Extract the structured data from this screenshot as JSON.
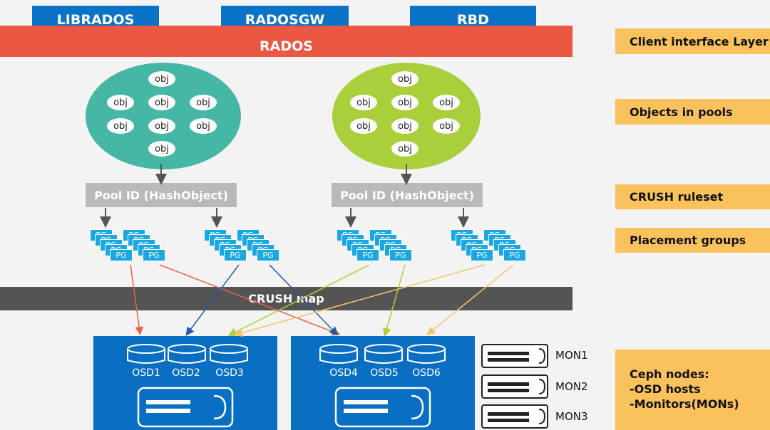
{
  "interfaces": {
    "librados": "LIBRADOS",
    "radosgw": "RADOSGW",
    "rbd": "RBD"
  },
  "rados": "RADOS",
  "pools": [
    {
      "objects": [
        "obj",
        "obj",
        "obj",
        "obj",
        "obj",
        "obj",
        "obj",
        "obj"
      ],
      "color": "#47b7a5"
    },
    {
      "objects": [
        "obj",
        "obj",
        "obj",
        "obj",
        "obj",
        "obj",
        "obj",
        "obj"
      ],
      "color": "#a9cf3a"
    }
  ],
  "pool_id_label": "Pool ID (HashObject)",
  "pg_label": "PG",
  "crush_map": "CRUSH map",
  "osds": [
    "OSD1",
    "OSD2",
    "OSD3",
    "OSD4",
    "OSD5",
    "OSD6"
  ],
  "mons": [
    "MON1",
    "MON2",
    "MON3"
  ],
  "layers": {
    "client": "Client interface Layer",
    "objects": "Objects in pools",
    "crush": "CRUSH ruleset",
    "pg": "Placement groups",
    "ceph_nodes": "Ceph nodes:",
    "osd_hosts": "-OSD hosts",
    "monitors": "-Monitors(MONs)"
  },
  "colors": {
    "interface": "#0a73c8",
    "rados": "#ea5844",
    "crush_map": "#555454",
    "pg": "#1aa7e2",
    "node": "#0a6fc2",
    "layer": "#f9c25c",
    "arrow_red": "#e8624e",
    "arrow_blue": "#1e5aa8",
    "arrow_green": "#a9cf3a",
    "arrow_yellow": "#f3c56c"
  }
}
